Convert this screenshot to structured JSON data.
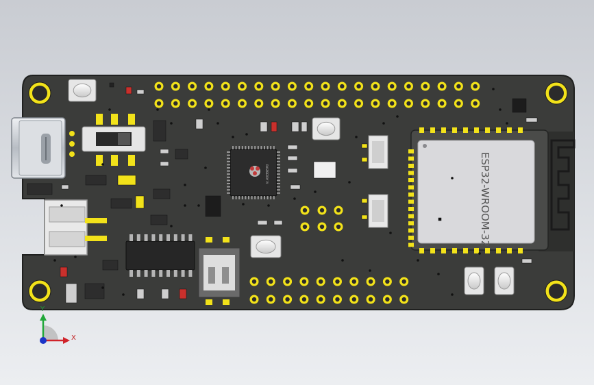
{
  "module_label": "ESP32-WROOM-32",
  "chip_brand": "RASPBERRY PI",
  "axes": {
    "x_label": "X",
    "y_label": "Y"
  },
  "colors": {
    "background_top": "#c9ccd2",
    "board": "#3b3c3a",
    "board_edge": "#1f201f",
    "gold": "#f2e21a",
    "module_shield": "#d9d9dc",
    "connector_white": "#e9e9e9",
    "usb_metal": "#cfd3d8"
  }
}
